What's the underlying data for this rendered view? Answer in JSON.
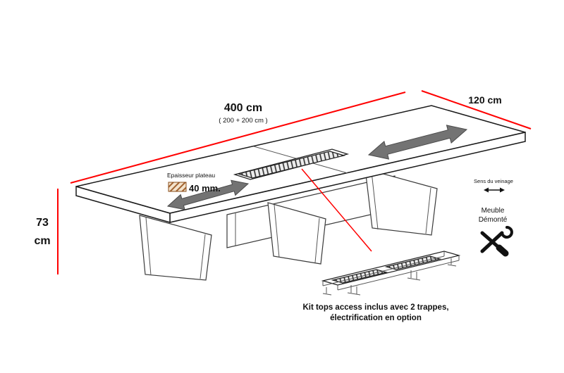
{
  "labels": {
    "length": "400 cm",
    "length_sub": "( 200 + 200 cm )",
    "depth": "120 cm",
    "height_value": "73",
    "height_unit": "cm",
    "thickness_caption": "Epaisseur plateau",
    "thickness_value": "40 mm.",
    "grain": "Sens du veinage",
    "flatpack_1": "Meuble",
    "flatpack_2": "Démonté",
    "note_1": "Kit tops access inclus avec 2 trappes,",
    "note_2": "électrification en option"
  },
  "colors": {
    "dimension_line": "#ff0000",
    "arrow_fill": "#737373",
    "outline": "#1a1a1a",
    "wood_hatch": "#a2622f"
  }
}
